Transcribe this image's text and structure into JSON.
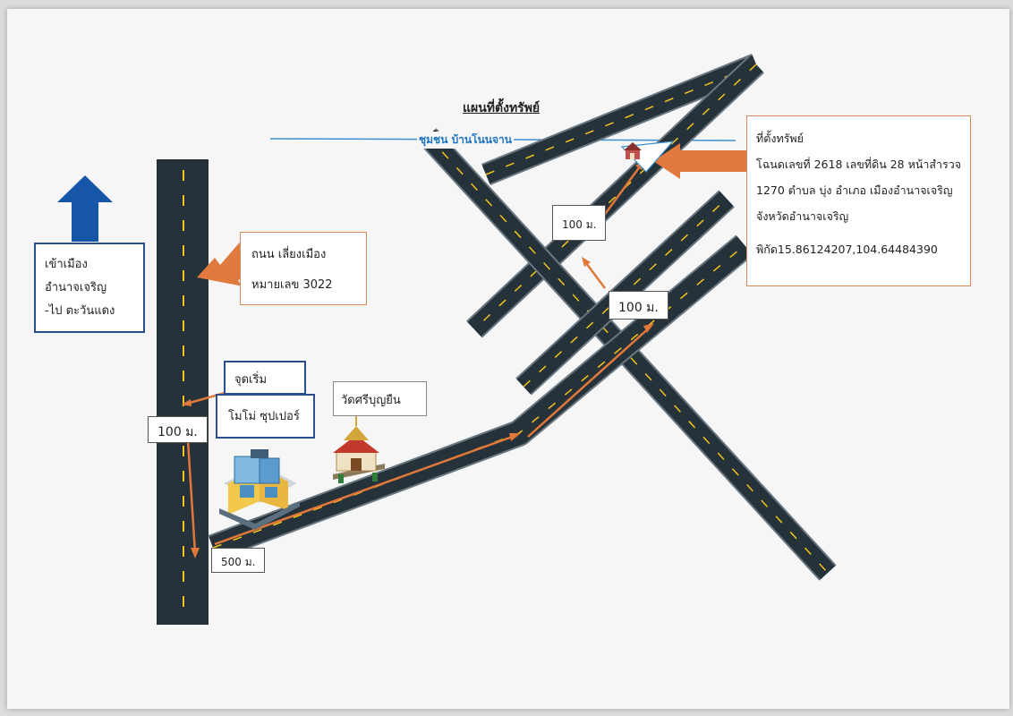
{
  "map_title": "แผนที่ตั้งทรัพย์",
  "village_label": "ชุมชน บ้านโนนจาน",
  "city_box": {
    "lines": [
      "เข้าเมือง",
      "อำนาจเจริญ",
      "-ไป ตะวันแดง"
    ]
  },
  "road_box": {
    "lines": [
      "ถนน เลี่ยงเมือง",
      "หมายเลข 3022"
    ]
  },
  "start_label": "จุดเริ่ม",
  "store_label": "โมโม่ ซุปเปอร์",
  "temple_label": "วัดศรีบุญยืน",
  "property_box": {
    "heading": "ที่ตั้งทรัพย์",
    "deed_line": "โฉนดเลขที่ 2618 เลขที่ดิน  28 หน้าสำรวจ",
    "address_line": "1270 ตำบล บุ่ง  อำเภอ เมืองอำนาจเจริญ",
    "province_line": "จังหวัดอำนาจเจริญ",
    "coords_line": "พิกัด15.86124207,104.64484390"
  },
  "distances": {
    "d_left": "100 ม.",
    "d_500": "500 ม.",
    "d_mid": "100 ม.",
    "d_top": "100 ม."
  },
  "colors": {
    "road": "#26323a",
    "road_edge": "#6b7780",
    "lane": "#f2c21c",
    "route": "#e0783a",
    "pointer_arrow": "#e07a3e",
    "north_arrow": "#1656a8",
    "blue_box_border": "#2b4f8c",
    "orange_box_border": "#d98a5a",
    "village_line": "#3c8fd0"
  }
}
